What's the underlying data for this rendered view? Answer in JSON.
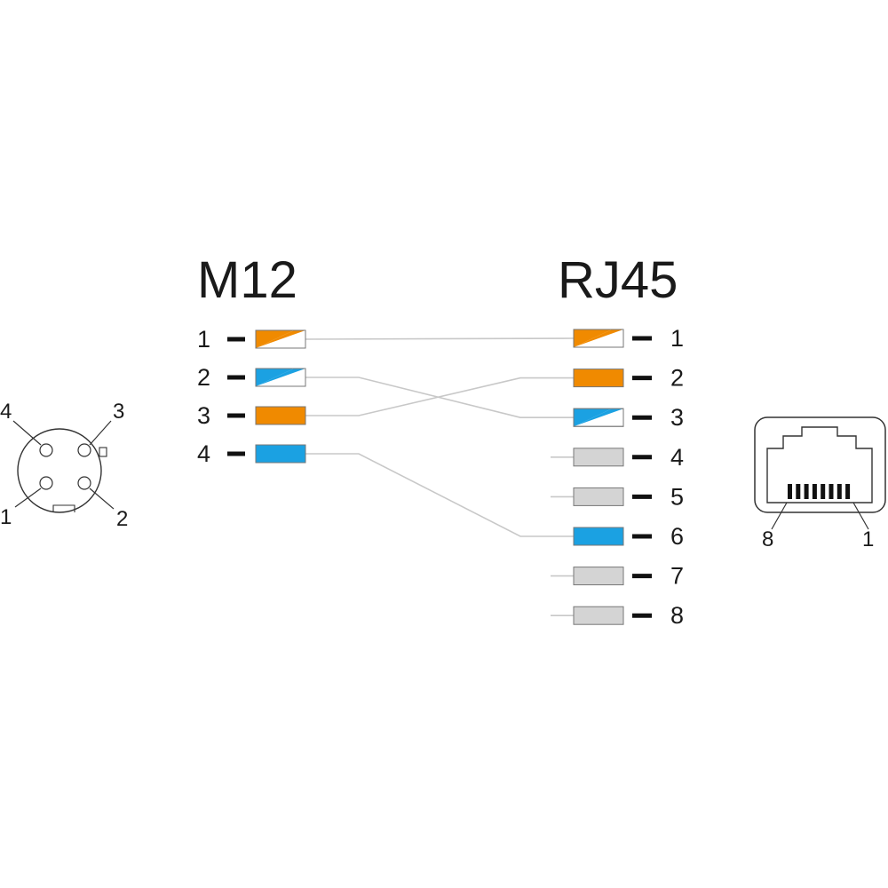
{
  "titles": {
    "left": "M12",
    "right": "RJ45"
  },
  "colors": {
    "orange": "#f08a00",
    "blue": "#1ba1e2",
    "gray": "#d4d4d4",
    "white": "#ffffff"
  },
  "m12_pins": [
    {
      "num": "1",
      "color": "orange",
      "style": "striped"
    },
    {
      "num": "2",
      "color": "blue",
      "style": "striped"
    },
    {
      "num": "3",
      "color": "orange",
      "style": "solid"
    },
    {
      "num": "4",
      "color": "blue",
      "style": "solid"
    }
  ],
  "rj45_pins": [
    {
      "num": "1",
      "color": "orange",
      "style": "striped"
    },
    {
      "num": "2",
      "color": "orange",
      "style": "solid"
    },
    {
      "num": "3",
      "color": "blue",
      "style": "striped"
    },
    {
      "num": "4",
      "color": "gray",
      "style": "solid"
    },
    {
      "num": "5",
      "color": "gray",
      "style": "solid"
    },
    {
      "num": "6",
      "color": "blue",
      "style": "solid"
    },
    {
      "num": "7",
      "color": "gray",
      "style": "solid"
    },
    {
      "num": "8",
      "color": "gray",
      "style": "solid"
    }
  ],
  "connections": [
    {
      "m12": "1",
      "rj45": "1"
    },
    {
      "m12": "2",
      "rj45": "3"
    },
    {
      "m12": "3",
      "rj45": "2"
    },
    {
      "m12": "4",
      "rj45": "6"
    }
  ],
  "m12_face_labels": {
    "top_left": "4",
    "top_right": "3",
    "bottom_left": "1",
    "bottom_right": "2"
  },
  "rj45_face_labels": {
    "left": "8",
    "right": "1"
  }
}
